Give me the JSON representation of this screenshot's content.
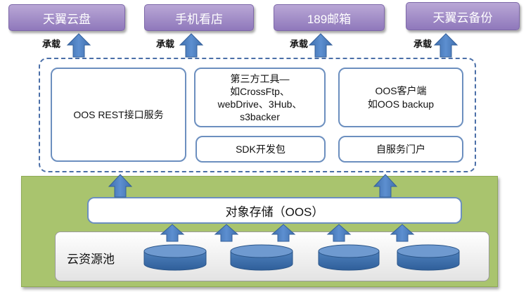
{
  "apps": [
    "天翼云盘",
    "手机看店",
    "189邮箱",
    "天翼云备份"
  ],
  "carry_label": "承载",
  "services": {
    "rest": "OOS REST接口服务",
    "third_party": [
      "第三方工具—",
      "如CrossFtp、",
      "webDrive、3Hub、",
      "s3backer"
    ],
    "client": [
      "OOS客户端",
      "如OOS backup"
    ],
    "sdk": "SDK开发包",
    "portal": "自服务门户"
  },
  "oos_storage": "对象存储（OOS）",
  "resource_pool": "云资源池",
  "colors": {
    "app_purple": "#9a84c4",
    "arrow_blue": "#4f81bd",
    "green_band": "#a9c46e",
    "dashed_border": "#4b6fa8",
    "disk_blue": "#4f81bd"
  }
}
